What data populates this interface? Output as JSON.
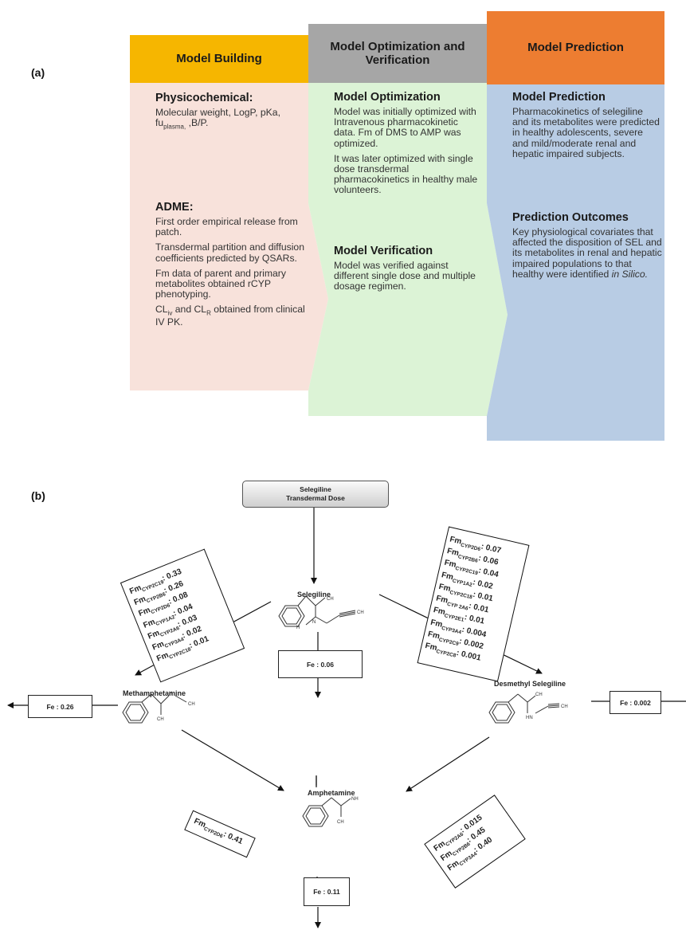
{
  "panel_a": {
    "label": "(a)",
    "columns": {
      "building": {
        "header": "Model Building",
        "header_color": "#F6B600",
        "body_color": "#F8E2DB",
        "physicochemical_title": "Physicochemical:",
        "physicochemical_text_1": "Molecular weight, LogP, pKa, fu",
        "physicochemical_sub": "plasma,",
        "physicochemical_text_2": " ,B/P.",
        "adme_title": "ADME:",
        "adme_p1": "First order empirical release from patch.",
        "adme_p2": "Transdermal partition and diffusion coefficients predicted by QSARs.",
        "adme_p3": "Fm data of parent and primary metabolites obtained rCYP phenotyping.",
        "adme_p4_cl": "CL",
        "adme_p4_sub1": "iv",
        "adme_p4_and": " and CL",
        "adme_p4_sub2": "R",
        "adme_p4_rest": " obtained from clinical IV PK."
      },
      "optimization": {
        "header": "Model Optimization and Verification",
        "header_color": "#A6A6A6",
        "body_color": "#DCF3D6",
        "opt_title": "Model Optimization",
        "opt_p1": "Model was initially optimized with Intravenous pharmacokinetic data. Fm of DMS to AMP was optimized.",
        "opt_p2": "It was later optimized with single dose transdermal pharmacokinetics in healthy male volunteers.",
        "ver_title": "Model Verification",
        "ver_p1": "Model was verified against different single dose and multiple dosage regimen."
      },
      "prediction": {
        "header": "Model Prediction",
        "header_color": "#ED7D31",
        "body_color": "#B8CCE4",
        "pred_title": "Model Prediction",
        "pred_p1": "Pharmacokinetics of selegiline and its metabolites were predicted in healthy adolescents, severe and mild/moderate renal and hepatic impaired subjects.",
        "outcome_title": "Prediction Outcomes",
        "outcome_p1": "Key physiological covariates that affected the disposition of SEL and its metabolites in renal and hepatic impaired populations to that healthy were identified ",
        "outcome_p1_italic": "in Silico."
      }
    }
  },
  "panel_b": {
    "label": "(b)",
    "dose_line1": "Selegiline",
    "dose_line2": "Transdermal Dose",
    "compounds": {
      "selegiline": "Selegiline",
      "methamphetamine": "Methamphetamine",
      "desmethyl": "Desmethyl Selegiline",
      "amphetamine": "Amphetamine"
    },
    "fe": {
      "selegiline": "Fe : 0.06",
      "methamphetamine": "Fe : 0.26",
      "desmethyl": "Fe : 0.002",
      "amphetamine": "Fe : 0.11"
    },
    "atom_labels": {
      "ch3": "CH",
      "h3c": "H",
      "n": "N",
      "h": "H",
      "nh": "HN",
      "nh2": "NH",
      "ch": "CH"
    },
    "fm_left": [
      {
        "fm": "Fm",
        "enzyme": "CYP2C19",
        "value": ": 0.33"
      },
      {
        "fm": "Fm",
        "enzyme": "CYP2B6",
        "value": ": 0.26"
      },
      {
        "fm": "Fm",
        "enzyme": "CYP2D6",
        "value": ": 0.08"
      },
      {
        "fm": "Fm",
        "enzyme": "CYP1A2",
        "value": ": 0.04"
      },
      {
        "fm": "Fm",
        "enzyme": "CYP2A6",
        "value": ": 0.03"
      },
      {
        "fm": "Fm",
        "enzyme": "CYP3A4",
        "value": ": 0.02"
      },
      {
        "fm": "Fm",
        "enzyme": "CYP2C18",
        "value": ": 0.01"
      }
    ],
    "fm_right": [
      {
        "fm": "Fm",
        "enzyme": "CYP2D6",
        "value": ": 0.07"
      },
      {
        "fm": "Fm",
        "enzyme": "CYP2B6",
        "value": ": 0.06"
      },
      {
        "fm": "Fm",
        "enzyme": "CYP2C19",
        "value": ": 0.04"
      },
      {
        "fm": "Fm",
        "enzyme": "CYP1A2",
        "value": ": 0.02"
      },
      {
        "fm": "Fm",
        "enzyme": "CYP2C18",
        "value": ": 0.01"
      },
      {
        "fm": "Fm",
        "enzyme": "CYP 2A6",
        "value": ": 0.01"
      },
      {
        "fm": "Fm",
        "enzyme": "CYP2E1",
        "value": ": 0.01"
      },
      {
        "fm": "Fm",
        "enzyme": "CYP3A4",
        "value": ": 0.004"
      },
      {
        "fm": "Fm",
        "enzyme": "CYP2C9",
        "value": ": 0.002"
      },
      {
        "fm": "Fm",
        "enzyme": "CYP2C8",
        "value": ": 0.001"
      }
    ],
    "fm_meth": [
      {
        "fm": "Fm",
        "enzyme": "CYP2D6",
        "value": ": 0.41"
      }
    ],
    "fm_desm": [
      {
        "fm": "Fm",
        "enzyme": "CYP2A6",
        "value": ": 0.015"
      },
      {
        "fm": "Fm",
        "enzyme": "CYP2B6",
        "value": ": 0.45"
      },
      {
        "fm": "Fm",
        "enzyme": "CYP3A4",
        "value": ": 0.40"
      }
    ]
  }
}
